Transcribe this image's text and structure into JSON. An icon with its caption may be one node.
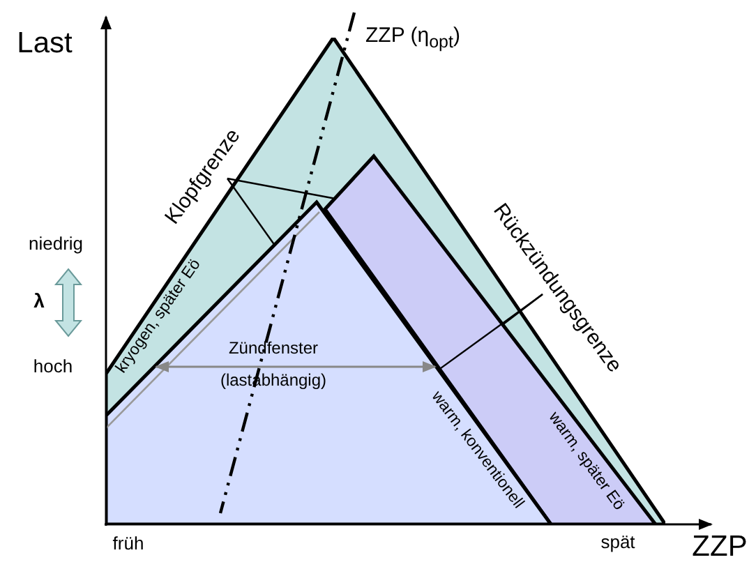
{
  "diagram": {
    "nodes": [
      {
        "text": [
          "Klopfgrenze"
        ]
      },
      {
        "text": [
          "Rückzündungsgrenze"
        ]
      },
      {
        "text": [
          "kryogen, später Eö"
        ]
      },
      {
        "text": [
          "warm, später Eö"
        ],
        "in": 2
      },
      {
        "text": [
          "Zündfenster (lastabhängig)",
          "warm, konventionell"
        ],
        "in": 2
      }
    ],
    "edges": [
      {
        "from": 0,
        "to": 3,
        "arrow": "none"
      },
      {
        "from": 0,
        "to": 4,
        "arrow": "none"
      },
      {
        "from": 1,
        "to": 3,
        "arrow": "none"
      },
      {
        "from": 1,
        "to": 4,
        "arrow": "none"
      }
    ],
    "labels": [
      "Last",
      "ZZP (η$_{opt}$)",
      "niedrig",
      "λ",
      "hoch",
      "früh",
      "spät",
      "ZZP"
    ]
  }
}
